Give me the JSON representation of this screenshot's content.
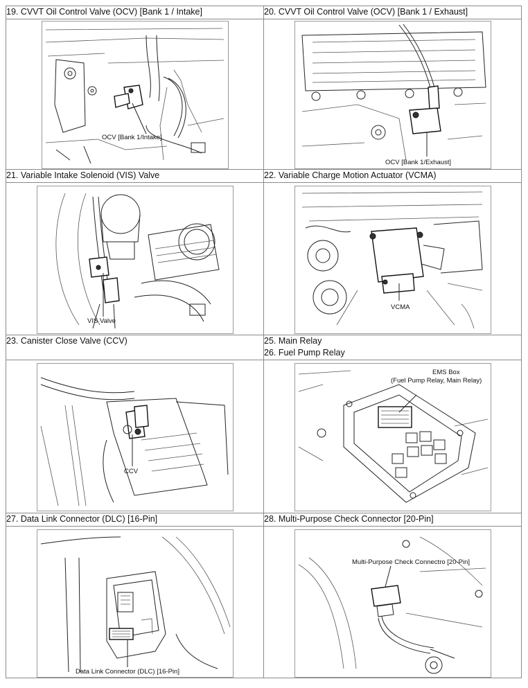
{
  "rows": [
    {
      "left": {
        "titles": [
          "19. CVVT Oil Control Valve (OCV) [Bank 1 / Intake]"
        ],
        "callout": "OCV [Bank 1/Intake]",
        "figure_icon": "intake-ocv-diagram"
      },
      "right": {
        "titles": [
          "20. CVVT Oil Control Valve (OCV) [Bank 1 / Exhaust]"
        ],
        "callout": "OCV [Bank 1/Exhaust]",
        "figure_icon": "exhaust-ocv-diagram"
      }
    },
    {
      "left": {
        "titles": [
          "21. Variable Intake Solenoid (VIS) Valve"
        ],
        "callout": "VIS Valve",
        "figure_icon": "vis-valve-diagram"
      },
      "right": {
        "titles": [
          "22. Variable Charge Motion Actuator (VCMA)"
        ],
        "callout": "VCMA",
        "figure_icon": "vcma-diagram"
      }
    },
    {
      "left": {
        "titles": [
          "23. Canister Close Valve (CCV)"
        ],
        "callout": "CCV",
        "figure_icon": "ccv-diagram"
      },
      "right": {
        "titles": [
          "25. Main Relay",
          "26. Fuel Pump Relay"
        ],
        "callout_lines": [
          "EMS Box",
          "(Fuel Pump Relay, Main Relay)"
        ],
        "figure_icon": "ems-box-diagram"
      }
    },
    {
      "left": {
        "titles": [
          "27. Data Link Connector (DLC) [16-Pin]"
        ],
        "callout": "Data Link Connector (DLC) [16-Pin]",
        "figure_icon": "dlc-diagram"
      },
      "right": {
        "titles": [
          "28. Multi-Purpose Check Connector [20-Pin]"
        ],
        "callout": "Multi-Purpose Check Connectro [20-Pin]",
        "figure_icon": "check-connector-diagram"
      }
    }
  ]
}
